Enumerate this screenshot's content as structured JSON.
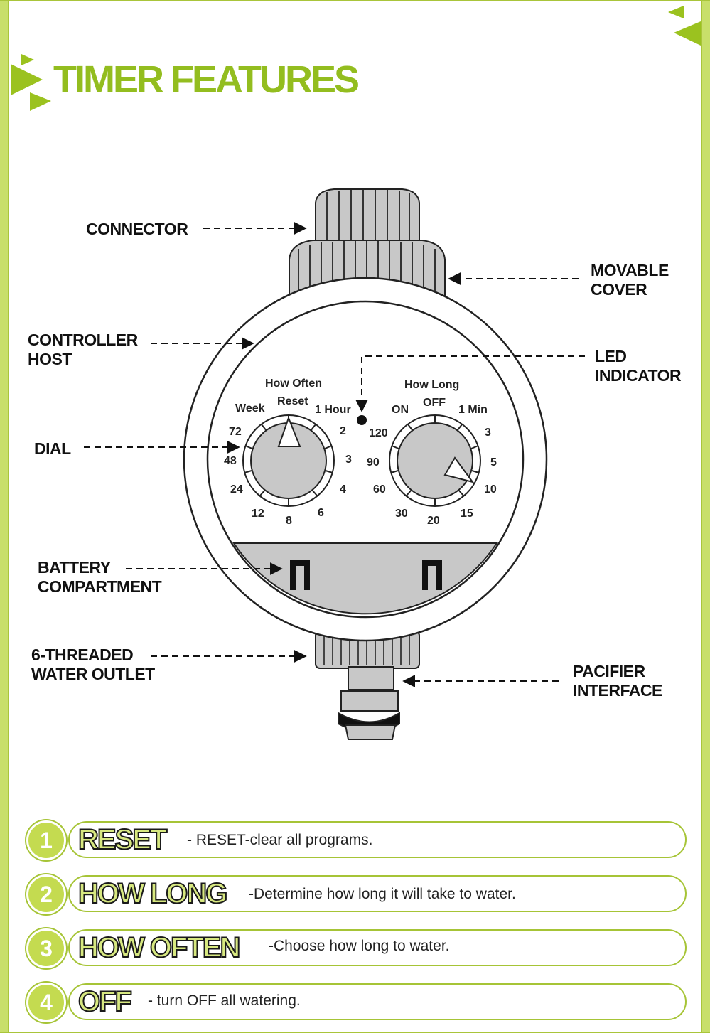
{
  "title": "TIMER FEATURES",
  "colors": {
    "accent": "#93bd1f",
    "frame": "#c8df6a",
    "dial_fill": "#c8c8c8"
  },
  "labels": {
    "connector": "CONNECTOR",
    "movable_cover": [
      "MOVABLE",
      "COVER"
    ],
    "controller_host": [
      "CONTROLLER",
      "HOST"
    ],
    "led_indicator": [
      "LED",
      "INDICATOR"
    ],
    "dial": "DIAL",
    "battery_compartment": [
      "BATTERY",
      "COMPARTMENT"
    ],
    "water_outlet": [
      "6-THREADED",
      "WATER OUTLET"
    ],
    "pacifier_interface": [
      "PACIFIER",
      "INTERFACE"
    ]
  },
  "dial_left": {
    "title": "How Often",
    "top": "Reset",
    "marks": [
      "Week",
      "1 Hour",
      "2",
      "3",
      "4",
      "6",
      "8",
      "12",
      "24",
      "48",
      "72"
    ]
  },
  "dial_right": {
    "title": "How Long",
    "marks": [
      "ON",
      "OFF",
      "1 Min",
      "3",
      "5",
      "10",
      "15",
      "20",
      "30",
      "60",
      "90",
      "120"
    ]
  },
  "features": [
    {
      "num": "1",
      "name": "RESET",
      "desc": "- RESET-clear all programs."
    },
    {
      "num": "2",
      "name": "HOW LONG",
      "desc": "-Determine how long it will take to water."
    },
    {
      "num": "3",
      "name": "HOW OFTEN",
      "desc": "-Choose how long to water."
    },
    {
      "num": "4",
      "name": "OFF",
      "desc": "- turn OFF all watering."
    }
  ]
}
